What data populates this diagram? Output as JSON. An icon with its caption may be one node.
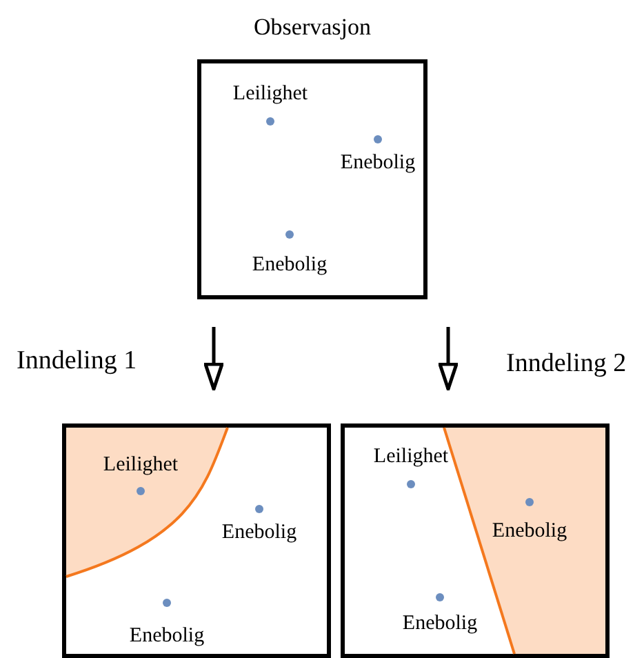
{
  "diagram": {
    "nodes": [
      {
        "text": [
          "Observasjon"
        ]
      },
      {
        "text": [
          "Leilighet"
        ],
        "in": 0
      },
      {
        "text": [
          "Enebolig"
        ],
        "in": 0
      },
      {
        "text": [
          "Enebolig"
        ],
        "in": 0
      },
      {
        "text": [],
        "shape": "box"
      },
      {
        "text": [
          "Leilighet"
        ],
        "in": 4
      },
      {
        "text": [
          "Enebolig"
        ],
        "in": 4
      },
      {
        "text": [
          "Enebolig"
        ],
        "in": 4
      },
      {
        "text": [],
        "shape": "box"
      },
      {
        "text": [
          "Leilighet"
        ],
        "in": 8
      },
      {
        "text": [
          "Enebolig"
        ],
        "in": 8
      },
      {
        "text": [
          "Enebolig"
        ],
        "in": 8
      }
    ],
    "edges": [
      {
        "from": 0,
        "to": 4,
        "arrow": "to",
        "label": "Inndeling 1"
      },
      {
        "from": 0,
        "to": 8,
        "arrow": "to",
        "label": "Inndeling 2"
      }
    ]
  }
}
